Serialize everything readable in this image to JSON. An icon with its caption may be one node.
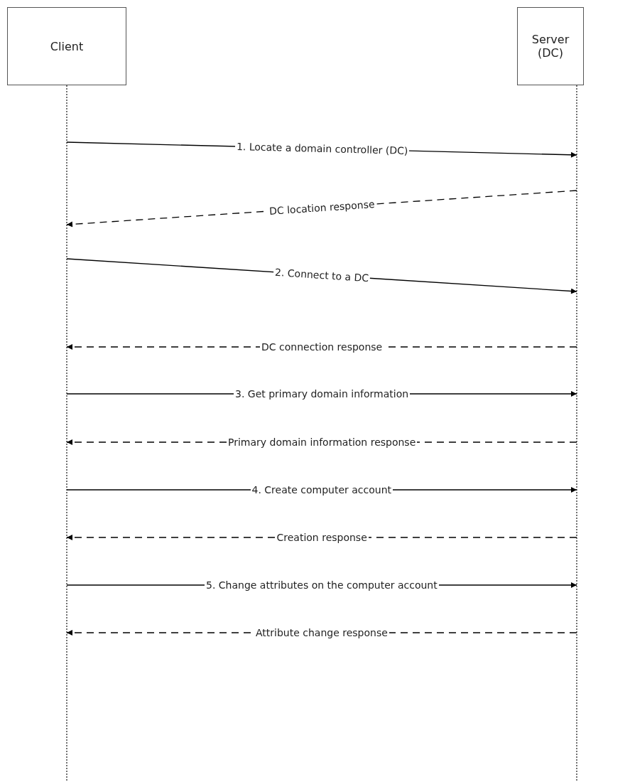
{
  "diagram": {
    "nodes": [
      {
        "text": [
          "Client"
        ]
      },
      {
        "text": [
          "Server (DC)"
        ]
      }
    ],
    "edges": [
      {
        "from": 0,
        "to": 1,
        "arrow": "to",
        "label": "1. Locate a domain controller (DC)"
      },
      {
        "from": 1,
        "to": 0,
        "arrow": "to",
        "label": "DC location response",
        "style": "dashed"
      },
      {
        "from": 0,
        "to": 1,
        "arrow": "to",
        "label": "2. Connect to a DC"
      },
      {
        "from": 1,
        "to": 0,
        "arrow": "to",
        "label": "DC connection response",
        "style": "dashed"
      },
      {
        "from": 0,
        "to": 1,
        "arrow": "to",
        "label": "3. Get primary domain information"
      },
      {
        "from": 1,
        "to": 0,
        "arrow": "to",
        "label": "Primary domain information response",
        "style": "dashed"
      },
      {
        "from": 0,
        "to": 1,
        "arrow": "to",
        "label": "4. Create computer account"
      },
      {
        "from": 1,
        "to": 0,
        "arrow": "to",
        "label": "Creation response",
        "style": "dashed"
      },
      {
        "from": 0,
        "to": 1,
        "arrow": "to",
        "label": "5. Change attributes on the computer account"
      },
      {
        "from": 1,
        "to": 0,
        "arrow": "to",
        "label": "Attribute change response",
        "style": "dashed"
      }
    ]
  }
}
